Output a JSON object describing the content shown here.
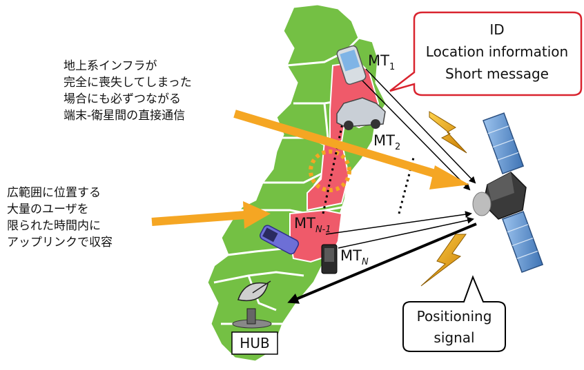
{
  "annotation_top": {
    "lines": [
      "地上系インフラが",
      "完全に喪失してしまった",
      "場合にも必ずつながる",
      "端末-衛星間の直接通信"
    ]
  },
  "annotation_left": {
    "lines": [
      "広範囲に位置する",
      "大量のユーザを",
      "限られた時間内に",
      "アップリンクで収容"
    ]
  },
  "callout_top": {
    "lines": [
      "ID",
      "Location information",
      "Short message"
    ],
    "border_color": "#d9232e"
  },
  "callout_bottom": {
    "lines": [
      "Positioning",
      "signal"
    ]
  },
  "terminals": {
    "mt1": {
      "base": "MT",
      "sub": "1"
    },
    "mt2": {
      "base": "MT",
      "sub": "2"
    },
    "mtn1": {
      "base": "MT",
      "sub": "N-1"
    },
    "mtn": {
      "base": "MT",
      "sub": "N"
    }
  },
  "hub": {
    "label": "HUB"
  },
  "colors": {
    "land": "#74c044",
    "region_border": "#ffffff",
    "disaster_area": "#ef5a6a",
    "arrow_orange": "#f5a623",
    "satellite_panel": "#4f86c6",
    "satellite_body": "#3a3a3a"
  },
  "icons": [
    "satellite-icon",
    "lightning-bolt-icon",
    "phone-icon",
    "car-icon",
    "dish-antenna-icon"
  ]
}
